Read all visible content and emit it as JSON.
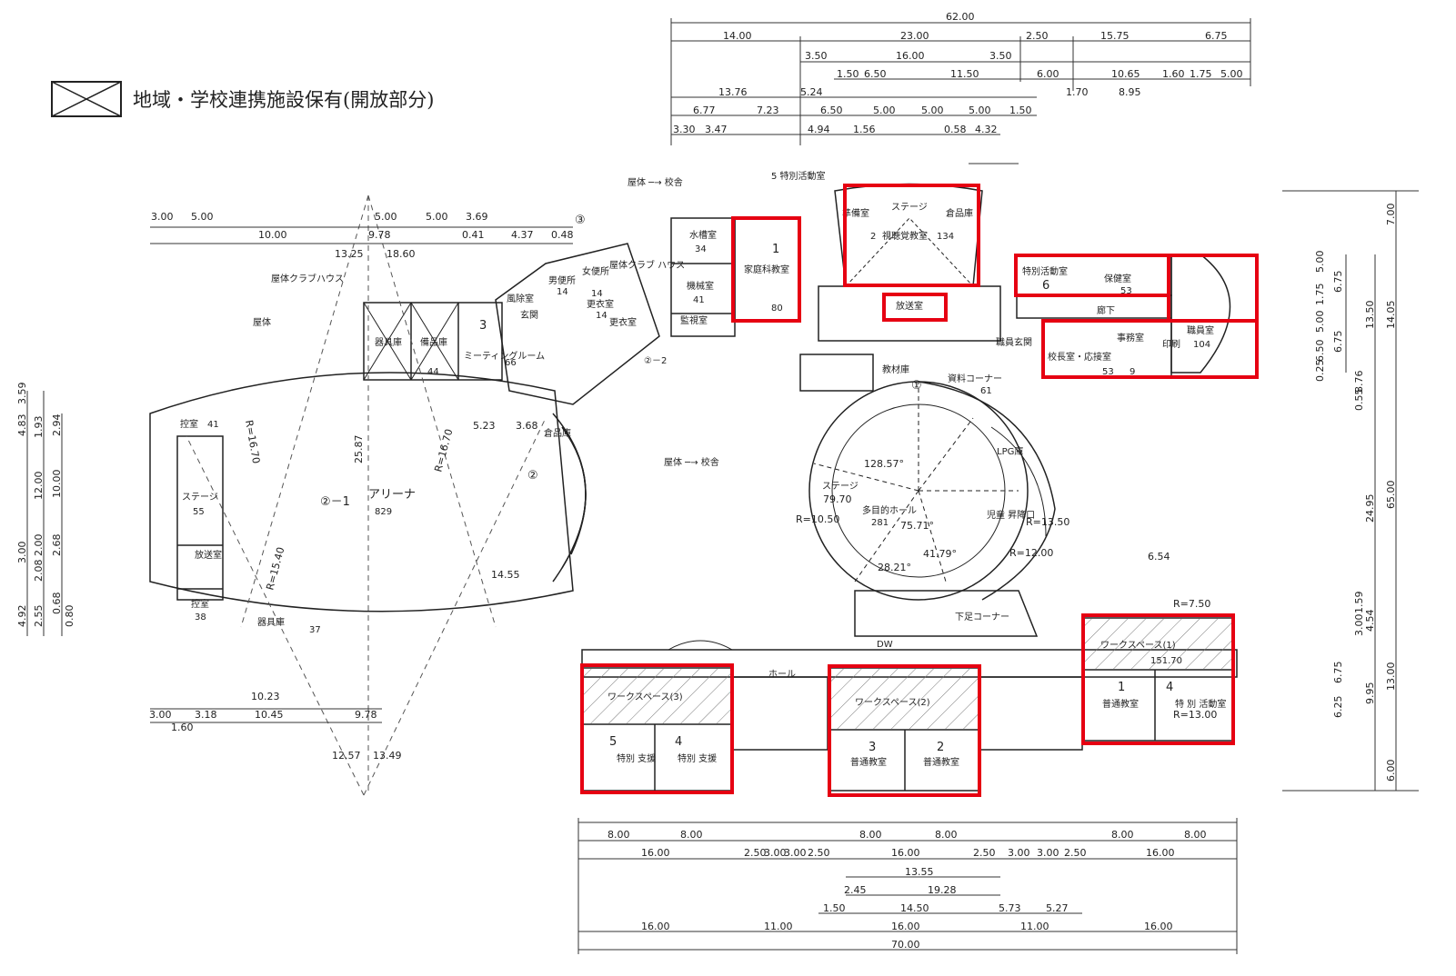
{
  "legend": {
    "label": "地域・学校連携施設保有(開放部分)"
  },
  "colors": {
    "highlight": "#e60012",
    "ink": "#222222",
    "hatch": "#777777"
  },
  "dims_top": {
    "total": "62.00",
    "a": "14.00",
    "b": "23.00",
    "c": "2.50",
    "d": "15.75",
    "e": "6.75",
    "r2": [
      "3.50",
      "16.00",
      "3.50",
      "6.00",
      "10.65",
      "1.60",
      "1.75",
      "5.00"
    ],
    "r3": [
      "1.50",
      "6.50",
      "11.50",
      "1.70",
      "8.95"
    ],
    "r4": [
      "13.76",
      "5.24"
    ],
    "r5": [
      "6.77",
      "7.23",
      "6.50",
      "5.00",
      "5.00",
      "5.00",
      "1.50"
    ],
    "r6": [
      "3.30",
      "3.47",
      "4.94",
      "1.56",
      "0.58",
      "4.32"
    ]
  },
  "dims_bottom": {
    "total": "70.00",
    "r1": [
      "8.00",
      "8.00",
      "8.00",
      "8.00",
      "8.00",
      "8.00"
    ],
    "r2": [
      "16.00",
      "2.50",
      "3.00",
      "3.00",
      "2.50",
      "16.00",
      "2.50",
      "3.00",
      "3.00",
      "2.50",
      "16.00"
    ],
    "r3": [
      "13.55",
      "2.45",
      "19.28",
      "1.50",
      "14.50",
      "5.73",
      "5.27"
    ],
    "r4": [
      "16.00",
      "11.00",
      "16.00",
      "11.00",
      "16.00"
    ]
  },
  "dims_left": [
    "4.83",
    "3.59",
    "1.93",
    "2.94",
    "12.00",
    "10.00",
    "3.00",
    "2.00",
    "2.68",
    "2.08",
    "4.92",
    "2.55",
    "0.68",
    "0.80"
  ],
  "dims_right": [
    "7.00",
    "5.00",
    "6.75",
    "1.75",
    "5.00",
    "13.50",
    "14.05",
    "6.50",
    "0.25",
    "6.75",
    "0.55",
    "8.76",
    "24.95",
    "65.00",
    "3.00",
    "1.59",
    "4.54",
    "6.75",
    "6.25",
    "9.95",
    "13.00",
    "6.00"
  ],
  "labels": {
    "arena": "アリーナ",
    "arena_area": "829",
    "arena_num": "②－1",
    "stage_left": "ステージ",
    "stage_left_area": "55",
    "hikae1": "控室",
    "hikae1_area": "41",
    "hikae2": "控室",
    "hikae2_area": "38",
    "broadcast": "放送室",
    "equip": "器具庫",
    "equip_area": "37",
    "equip2": "器具庫",
    "equip3": "備品庫",
    "equip3_area": "44",
    "meeting": "ミーティングルーム",
    "meeting_area": "66",
    "meeting_num": "3",
    "gym_club": "屋体クラブハウス",
    "gym_club2": "屋体クラブ ハウス",
    "gym": "屋体",
    "to_school": "屋体 ─→ 校舎",
    "to_school2": "屋体 ─→ 校舎",
    "num3": "③",
    "num2_2": "②－2",
    "num2_2b": "②",
    "men_wc": "男便所",
    "men_area": "14",
    "women_wc": "女便所",
    "women_area": "14",
    "locker1": "更衣室",
    "locker1_area": "14",
    "locker2": "更衣室",
    "wind_room": "風除室",
    "entrance": "玄関",
    "hall_label": "ホール",
    "water": "水槽室",
    "water_area": "34",
    "machine": "機械室",
    "machine_area": "41",
    "monitor": "監視室",
    "home_ec": "家庭科教室",
    "home_ec_num": "1",
    "home_ec_area": "80",
    "special5_head": "5  特別活動室",
    "stage": "ステージ",
    "av_room": "視聴覚教室",
    "av_num": "2",
    "av_area": "134",
    "prep": "準備室",
    "props": "倉品庫",
    "broadcast2": "放送室",
    "special6": "特別活動室",
    "special6_num": "6",
    "health": "保健室",
    "health_area": "53",
    "corridor": "廊下",
    "staff_entrance": "職員玄関",
    "principal": "校長室・応接室",
    "principal_area": "53",
    "office": "事務室",
    "office_area": "9",
    "printing": "印刷",
    "staff_room": "職員室",
    "staff_area": "104",
    "teaching_mat": "教材庫",
    "materials_corner": "資料コーナー",
    "materials_area": "61",
    "lpg": "LPG庫",
    "circle1": "①",
    "multi_hall": "多目的ホール",
    "multi_area": "281",
    "stage_hall": "ステージ",
    "kids_wc": "児童 昇降口",
    "shoe_corner": "下足コーナー",
    "dw": "DW",
    "ws1": "ワークスペース(1)",
    "ws1_area": "151.70",
    "ws2": "ワークスペース(2)",
    "ws3": "ワークスペース(3)",
    "cls1_num": "1",
    "cls1": "普通教室",
    "spec4_num": "4",
    "spec4": "特 別 活動室",
    "cls3_num": "3",
    "cls3": "普通教室",
    "cls2_num": "2",
    "cls2": "普通教室",
    "sup5_num": "5",
    "sup5": "特別 支援",
    "sup4_num": "4",
    "sup4": "特別 支援",
    "r1050": "R=10.50",
    "r1350": "R=13.50",
    "r1200": "R=12.00",
    "r750": "R=7.50",
    "r1670": "R=16.70",
    "r1540": "R=15.40",
    "r1670b": "R=16.70",
    "r1300": "R=13.00",
    "d2587": "25.87",
    "d1455": "14.55",
    "d523": "5.23",
    "d368": "3.68",
    "d1023": "10.23",
    "d1045": "10.45",
    "d300b": "3.00",
    "d318": "3.18",
    "d160": "1.60",
    "d978b": "9.78",
    "d1257": "12.57",
    "d1349": "13.49",
    "d300": "3.00",
    "d500": "5.00",
    "d1000": "10.00",
    "d1325": "13.25",
    "d978": "9.78",
    "d1860": "18.60",
    "d500b": "5.00",
    "d500c": "5.00",
    "d369": "3.69",
    "d041": "0.41",
    "d437": "4.37",
    "d048": "0.48",
    "d654": "6.54",
    "a12857": "128.57°",
    "a7571": "75.71°",
    "a7970": "79.70",
    "a4179": "41.79°",
    "a2821": "28.21°"
  }
}
